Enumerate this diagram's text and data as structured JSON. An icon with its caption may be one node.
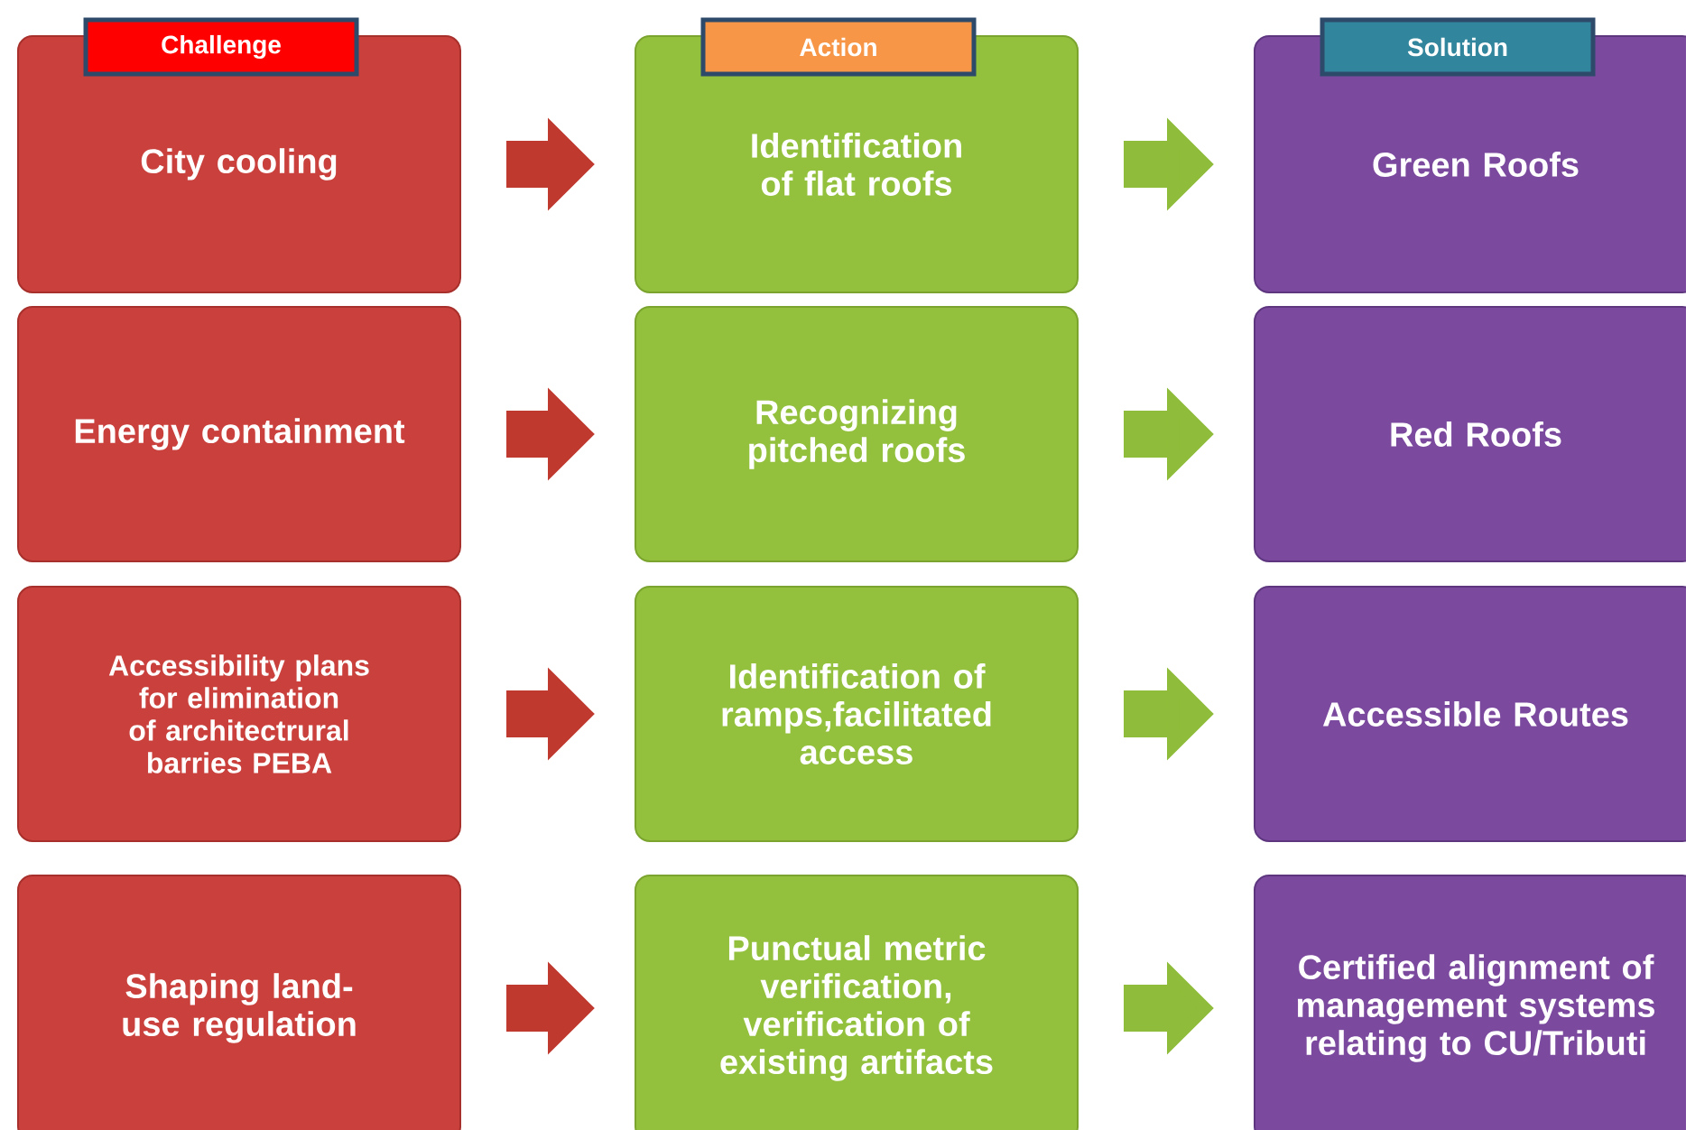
{
  "diagram": {
    "nodes": [
      {
        "text": [
          "Challenge",
          "City cooling"
        ]
      },
      {
        "text": [
          "Action",
          "Identification of flat roofs"
        ]
      },
      {
        "text": [
          "Solution",
          "Green Roofs"
        ]
      },
      {
        "text": [
          "Energy containment"
        ]
      },
      {
        "text": [
          "Recognizing pitched roofs"
        ]
      },
      {
        "text": [
          "Red Roofs"
        ]
      },
      {
        "text": [
          "Accessibility plans for elimination of architectrural barries PEBA"
        ]
      },
      {
        "text": [
          "Identification  of ramps,facilitated access"
        ]
      },
      {
        "text": [
          "Accessible Routes"
        ]
      },
      {
        "text": [
          "Shaping land-use regulation"
        ]
      },
      {
        "text": [
          "Punctual metric verification, verification of existing artifacts"
        ]
      },
      {
        "text": [
          "Certified alignment of management systems relating to CU/Tributi"
        ]
      }
    ],
    "edges": [
      {
        "from": 0,
        "to": 1,
        "arrow": "to",
        "color": "#c0392f"
      },
      {
        "from": 1,
        "to": 2,
        "arrow": "to",
        "color": "#8fbc3a"
      },
      {
        "from": 3,
        "to": 4,
        "arrow": "to",
        "color": "#c0392f"
      },
      {
        "from": 4,
        "to": 5,
        "arrow": "to",
        "color": "#8fbc3a"
      },
      {
        "from": 6,
        "to": 7,
        "arrow": "to",
        "color": "#c0392f"
      },
      {
        "from": 7,
        "to": 8,
        "arrow": "to",
        "color": "#8fbc3a"
      },
      {
        "from": 9,
        "to": 10,
        "arrow": "to",
        "color": "#c0392f"
      },
      {
        "from": 10,
        "to": 11,
        "arrow": "to",
        "color": "#8fbc3a"
      }
    ]
  }
}
